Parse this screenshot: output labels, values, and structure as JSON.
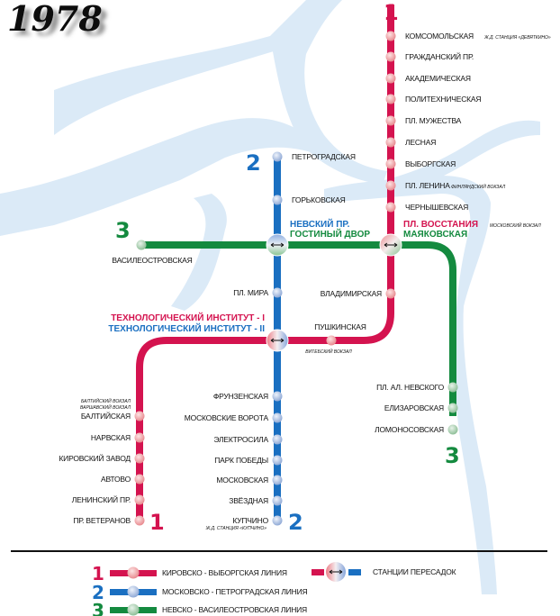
{
  "year": "1978",
  "colors": {
    "line1": "#d4134f",
    "line2": "#1a6fc1",
    "line3": "#148a3f",
    "water": "#dbeaf7"
  },
  "line_numbers": {
    "l1": "1",
    "l2": "2",
    "l3": "3"
  },
  "line1": {
    "stations": [
      "КОМСОМОЛЬСКАЯ",
      "ГРАЖДАНСКИЙ ПР.",
      "АКАДЕМИЧЕСКАЯ",
      "ПОЛИТЕХНИЧЕСКАЯ",
      "ПЛ. МУЖЕСТВА",
      "ЛЕСНАЯ",
      "ВЫБОРГСКАЯ",
      "ПЛ. ЛЕНИНА",
      "ЧЕРНЫШЕВСКАЯ",
      "ВЛАДИМИРСКАЯ",
      "ПУШКИНСКАЯ",
      "БАЛТИЙСКАЯ",
      "НАРВСКАЯ",
      "КИРОВСКИЙ ЗАВОД",
      "АВТОВО",
      "ЛЕНИНСКИЙ ПР.",
      "ПР. ВЕТЕРАНОВ"
    ],
    "notes": {
      "komsomolskaya": "Ж.Д. СТАНЦИЯ «ДЕВЯТКИНО»",
      "lenina": "ФИНЛЯНДСКИЙ ВОКЗАЛ",
      "pushkinskaya": "ВИТЕБСКИЙ ВОКЗАЛ",
      "baltiyskaya_1": "БАЛТИЙСКИЙ ВОКЗАЛ",
      "baltiyskaya_2": "ВАРШАВСКИЙ ВОКЗАЛ"
    }
  },
  "line2": {
    "stations": [
      "ПЕТРОГРАДСКАЯ",
      "ГОРЬКОВСКАЯ",
      "ПЛ. МИРА",
      "ФРУНЗЕНСКАЯ",
      "МОСКОВСКИЕ ВОРОТА",
      "ЭЛЕКТРОСИЛА",
      "ПАРК ПОБЕДЫ",
      "МОСКОВСКАЯ",
      "ЗВЁЗДНАЯ",
      "КУПЧИНО"
    ],
    "notes": {
      "kupchino": "Ж.Д. СТАНЦИЯ «КУПЧИНО»"
    }
  },
  "line3": {
    "stations": [
      "ВАСИЛЕОСТРОВСКАЯ",
      "ПЛ. АЛ. НЕВСКОГО",
      "ЕЛИЗАРОВСКАЯ",
      "ЛОМОНОСОВСКАЯ"
    ]
  },
  "transfers": {
    "nevsky": {
      "a": "НЕВСКИЙ ПР.",
      "b": "ГОСТИНЫЙ ДВОР"
    },
    "vosstaniya": {
      "a": "ПЛ. ВОССТАНИЯ",
      "b": "МАЯКОВСКАЯ",
      "note": "МОСКОВСКИЙ ВОКЗАЛ"
    },
    "tech": {
      "a": "ТЕХНОЛОГИЧЕСКИЙ ИНСТИТУТ - I",
      "b": "ТЕХНОЛОГИЧЕСКИЙ ИНСТИТУТ - II"
    }
  },
  "legend": {
    "items": [
      {
        "num": "1",
        "label": "КИРОВСКО - ВЫБОРГСКАЯ ЛИНИЯ"
      },
      {
        "num": "2",
        "label": "МОСКОВСКО - ПЕТРОГРАДСКАЯ ЛИНИЯ"
      },
      {
        "num": "3",
        "label": "НЕВСКО - ВАСИЛЕОСТРОВСКАЯ ЛИНИЯ"
      }
    ],
    "transfer_label": "СТАНЦИИ ПЕРЕСАДОК"
  }
}
